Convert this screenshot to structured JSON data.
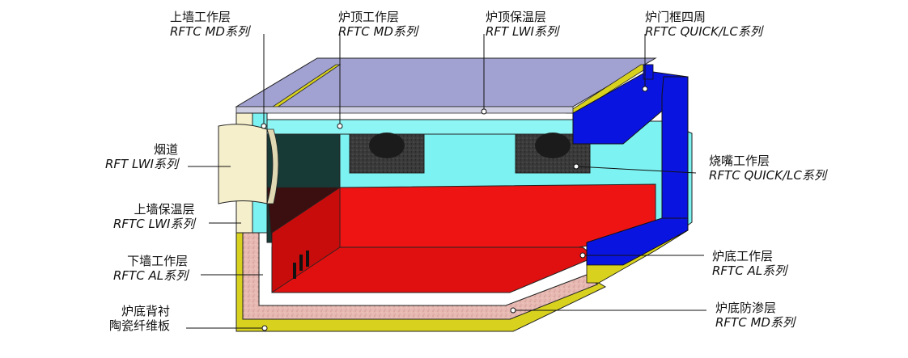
{
  "colors": {
    "yellow_shell": "#d8d21e",
    "roof": "#a2a2d2",
    "cyan_lining": "#7cf2f2",
    "red_floor": "#ee1414",
    "dark_wall": "#183a36",
    "pink_layer": "#e5b7b0",
    "blue_frame": "#0a14e0",
    "flue": "#f5efcc",
    "burner": "#3a3a3a"
  },
  "labels": {
    "upper_wall_work": {
      "cn": "上墙工作层",
      "en": "RFTC MD系列"
    },
    "roof_work": {
      "cn": "炉顶工作层",
      "en": "RFTC MD系列"
    },
    "roof_insul": {
      "cn": "炉顶保温层",
      "en": "RFT LWI系列"
    },
    "door_frame": {
      "cn": "炉门框四周",
      "en": "RFTC QUICK/LC系列"
    },
    "flue": {
      "cn": "烟道",
      "en": "RFT LWI系列"
    },
    "burner": {
      "cn": "烧嘴工作层",
      "en": "RFTC QUICK/LC系列"
    },
    "upper_wall_insul": {
      "cn": "上墙保温层",
      "en": "RFTC LWI系列"
    },
    "lower_wall_work": {
      "cn": "下墙工作层",
      "en": "RFTC AL系列"
    },
    "hearth_work": {
      "cn": "炉底工作层",
      "en": "RFTC AL系列"
    },
    "hearth_back": {
      "cn": "炉底背衬",
      "en": "陶瓷纤维板"
    },
    "hearth_seep": {
      "cn": "炉底防渗层",
      "en": "RFTC MD系列"
    }
  }
}
